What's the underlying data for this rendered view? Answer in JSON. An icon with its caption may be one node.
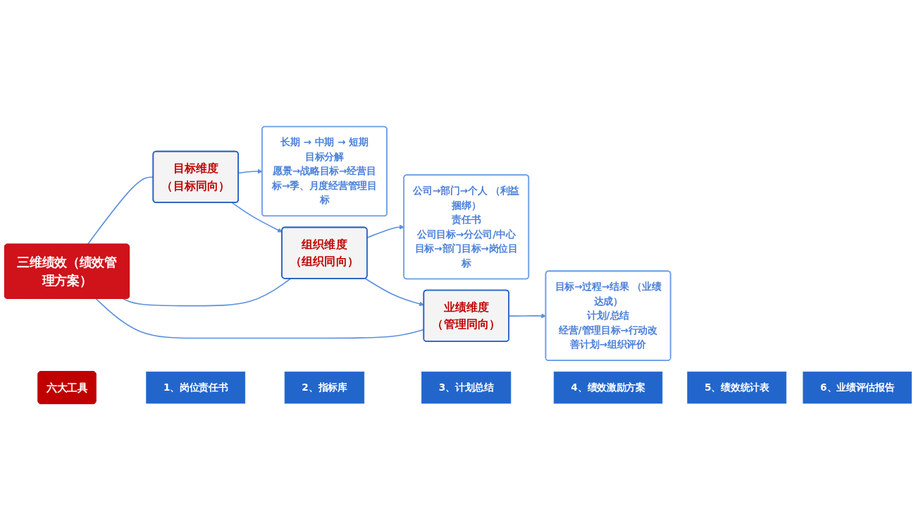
{
  "diagram": {
    "nodes": [
      {
        "text": [
          "三维绩效（绩效管理方案）"
        ]
      },
      {
        "text": [
          "目标维度",
          "（目标同向）"
        ]
      },
      {
        "text": [
          "长期 → 中期 → 短期",
          "目标分解",
          "愿景→战略目标→经营目标→季、月度经营管理目标"
        ]
      },
      {
        "text": [
          "组织维度",
          "（组织同向）"
        ]
      },
      {
        "text": [
          "公司→部门→个人 （利益捆绑）",
          "责任书",
          "公司目标→分公司/中心目标→部门目标→岗位目标"
        ]
      },
      {
        "text": [
          "业绩维度",
          "（管理同向）"
        ]
      },
      {
        "text": [
          "目标→过程→结果 （业绩达成）",
          "计划/总结",
          "经营/管理目标→行动改善计划→组织评价"
        ]
      },
      {
        "text": [
          "六大工具"
        ]
      },
      {
        "text": [
          "1、岗位责任书"
        ]
      },
      {
        "text": [
          "2、指标库"
        ]
      },
      {
        "text": [
          "3、计划总结"
        ]
      },
      {
        "text": [
          "4、绩效激励方案"
        ]
      },
      {
        "text": [
          "5、绩效统计表"
        ]
      },
      {
        "text": [
          "6、业绩评估报告"
        ]
      }
    ],
    "edges": [
      {
        "from": 0,
        "to": 1,
        "arrow": "none"
      },
      {
        "from": 0,
        "to": 3,
        "arrow": "none"
      },
      {
        "from": 0,
        "to": 5,
        "arrow": "none"
      },
      {
        "from": 1,
        "to": 2,
        "arrow": "to"
      },
      {
        "from": 3,
        "to": 4,
        "arrow": "to"
      },
      {
        "from": 5,
        "to": 6,
        "arrow": "to"
      },
      {
        "from": 1,
        "to": 3,
        "arrow": "to"
      },
      {
        "from": 3,
        "to": 5,
        "arrow": "to"
      }
    ]
  }
}
